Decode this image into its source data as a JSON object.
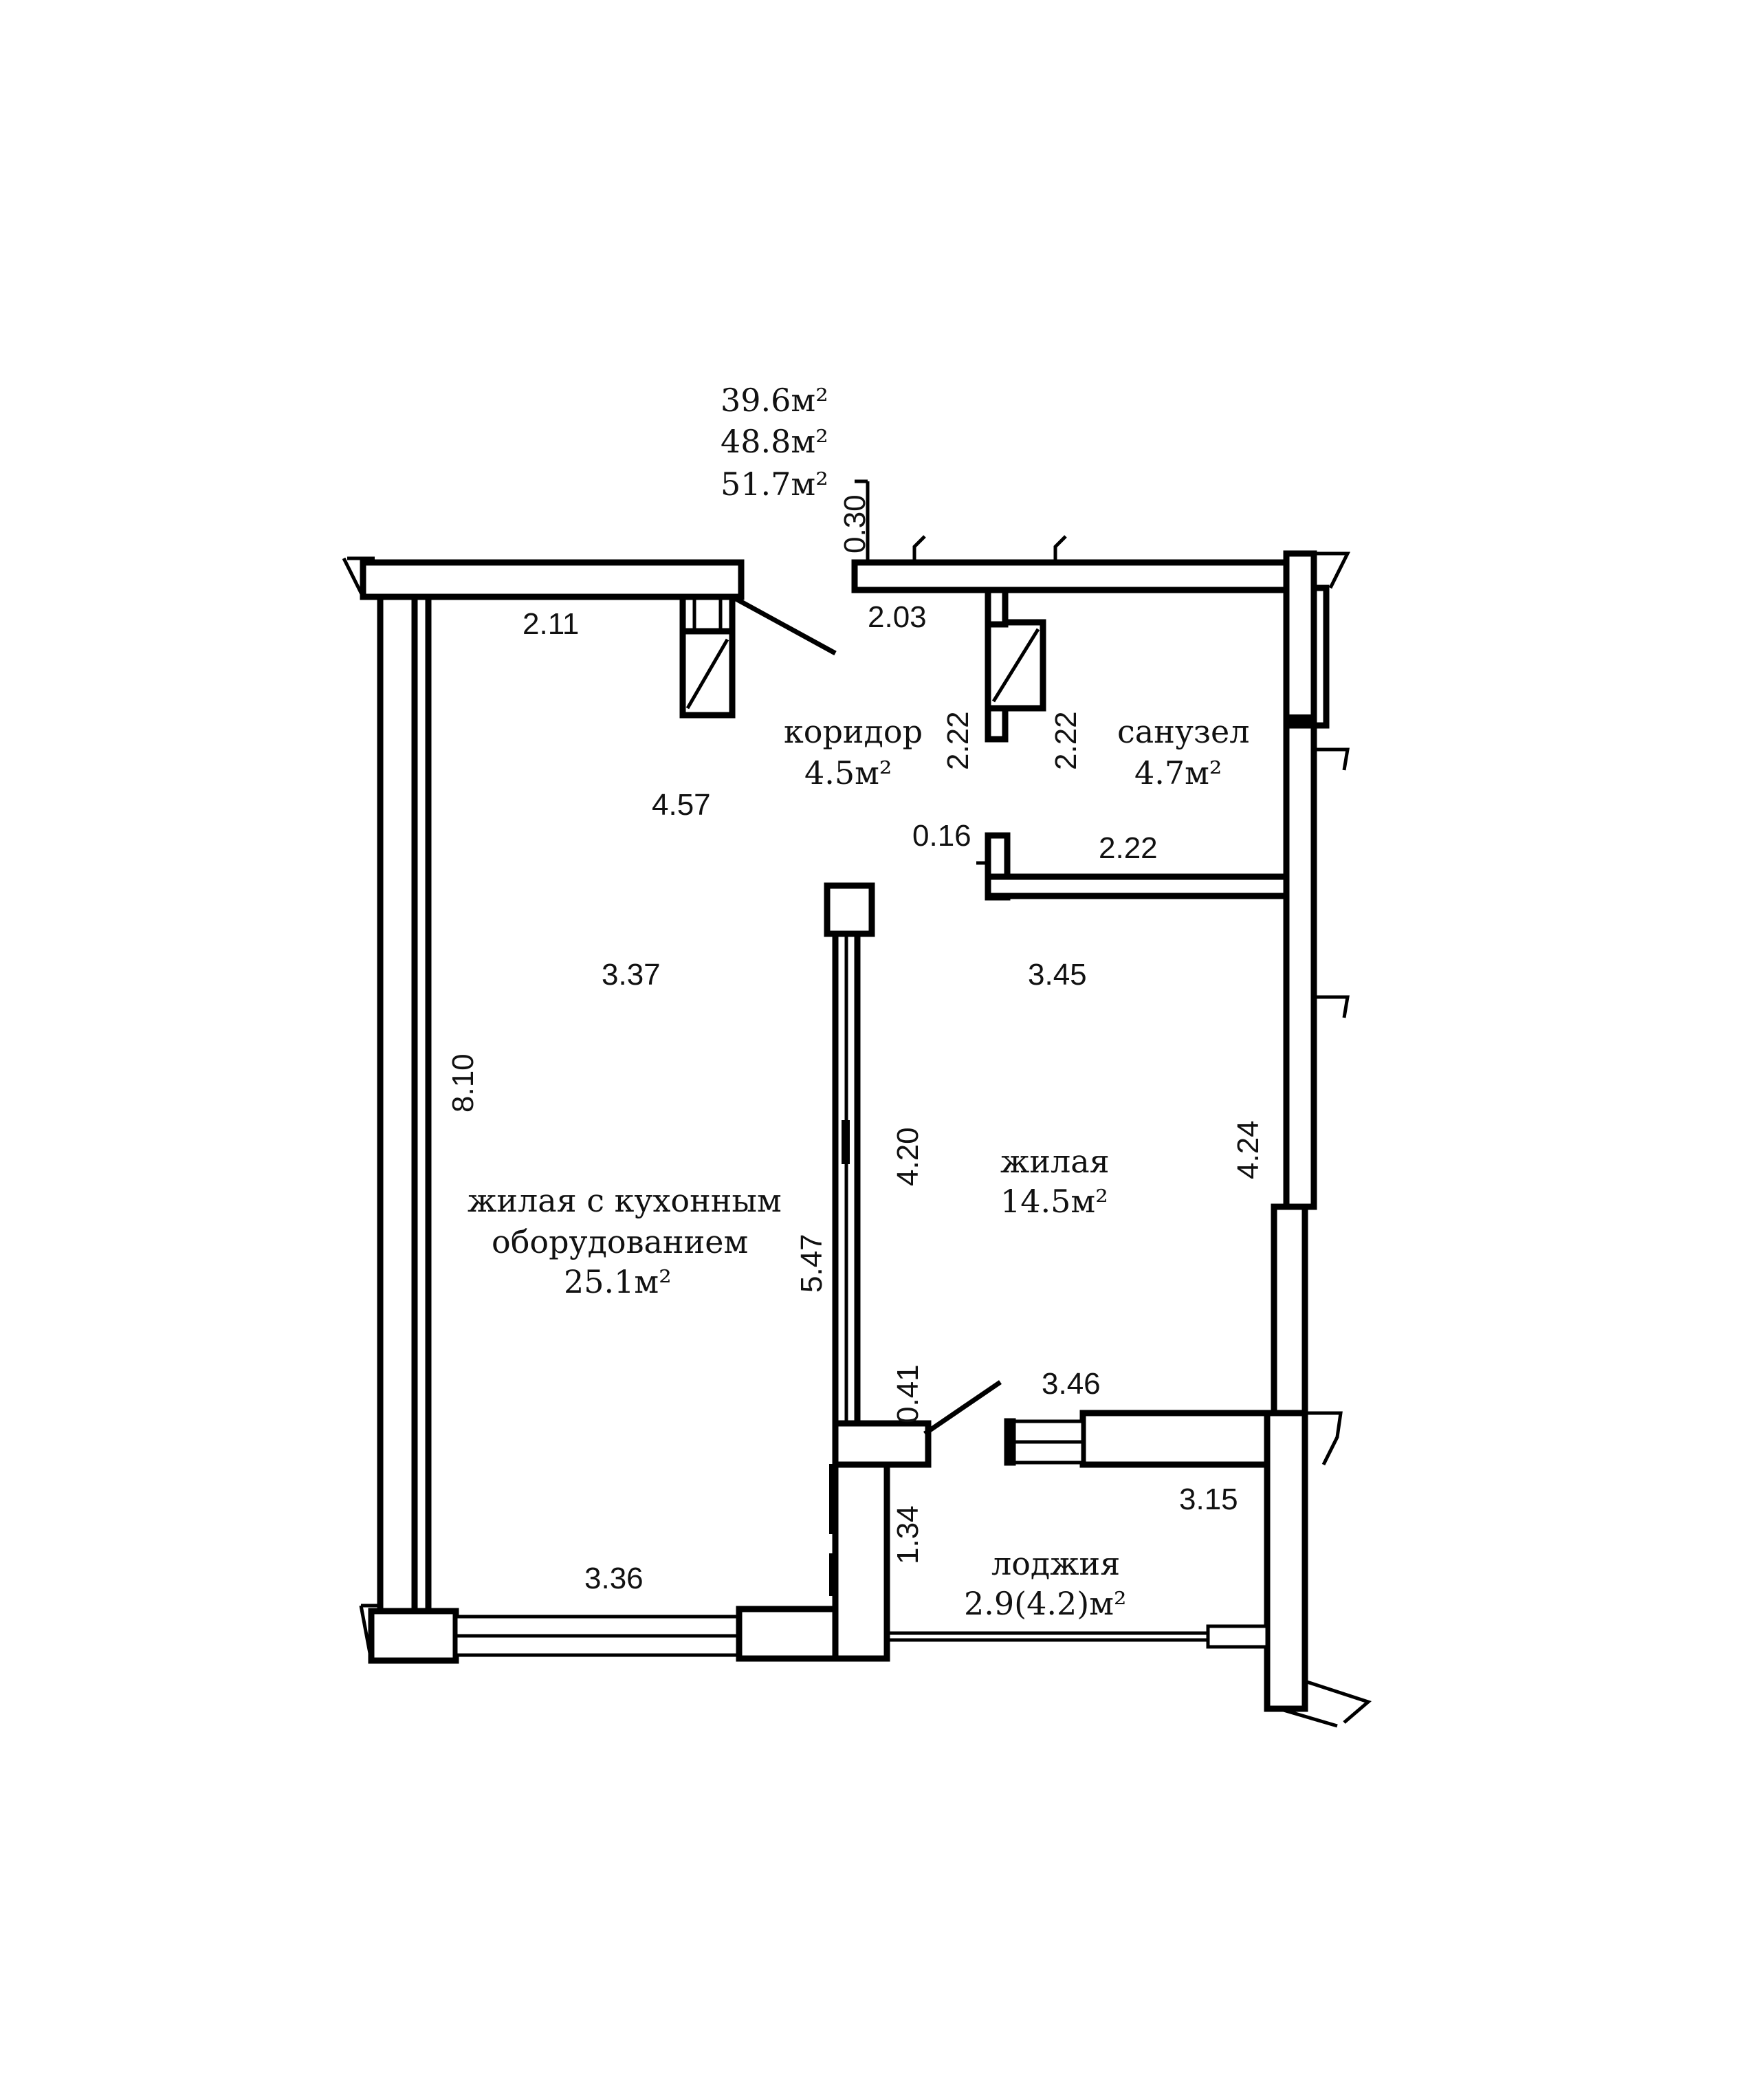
{
  "areas": {
    "living_area": "39.6м²",
    "total_area": "48.8м²",
    "total_with_loggia": "51.7м²"
  },
  "rooms": {
    "kitchen_living": {
      "name_line1": "жилая с кухонным",
      "name_line2": "оборудованием",
      "area": "25.1м²"
    },
    "corridor": {
      "name": "коридор",
      "area": "4.5м²"
    },
    "bathroom": {
      "name": "санузел",
      "area": "4.7м²"
    },
    "bedroom": {
      "name": "жилая",
      "area": "14.5м²"
    },
    "loggia": {
      "name": "лоджия",
      "area": "2.9(4.2)м²"
    }
  },
  "dimensions": {
    "d_2_11": "2.11",
    "d_2_03": "2.03",
    "d_0_30": "0.30",
    "d_2_22_a": "2.22",
    "d_2_22_b": "2.22",
    "d_4_57": "4.57",
    "d_0_16": "0.16",
    "d_2_22_c": "2.22",
    "d_3_37": "3.37",
    "d_3_45": "3.45",
    "d_8_10": "8.10",
    "d_4_20": "4.20",
    "d_4_24": "4.24",
    "d_5_47": "5.47",
    "d_0_41": "0.41",
    "d_3_46": "3.46",
    "d_3_15": "3.15",
    "d_1_34": "1.34",
    "d_3_36": "3.36"
  }
}
